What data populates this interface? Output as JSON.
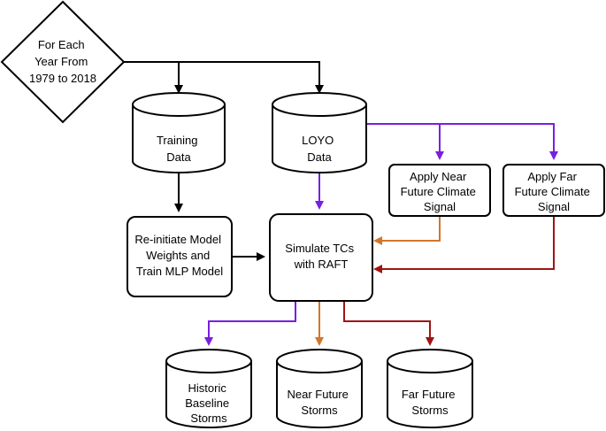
{
  "nodes": {
    "loop": {
      "lines": [
        "For Each",
        "Year From",
        "1979 to 2018"
      ]
    },
    "training": {
      "lines": [
        "Training",
        "Data"
      ]
    },
    "loyo": {
      "lines": [
        "LOYO",
        "Data"
      ]
    },
    "near_signal": {
      "lines": [
        "Apply Near",
        "Future Climate",
        "Signal"
      ]
    },
    "far_signal": {
      "lines": [
        "Apply Far",
        "Future Climate",
        "Signal"
      ]
    },
    "retrain": {
      "lines": [
        "Re-initiate Model",
        "Weights and",
        "Train MLP Model"
      ]
    },
    "simulate": {
      "lines": [
        "Simulate TCs",
        "with RAFT"
      ]
    },
    "historic": {
      "lines": [
        "Historic",
        "Baseline",
        "Storms"
      ]
    },
    "near_storms": {
      "lines": [
        "Near Future",
        "Storms"
      ]
    },
    "far_storms": {
      "lines": [
        "Far Future",
        "Storms"
      ]
    }
  },
  "colors": {
    "black": "#000000",
    "purple": "#7a1fe0",
    "orange": "#d2762c",
    "red": "#a11414"
  }
}
